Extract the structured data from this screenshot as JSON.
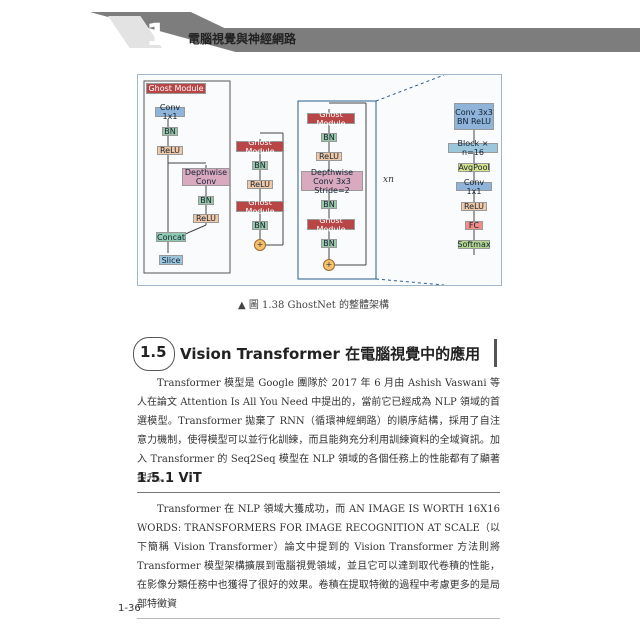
{
  "header": {
    "chapter_number": "1",
    "chapter_title": "電腦視覺與神經網路"
  },
  "figure": {
    "caption": "▲ 圖 1.38  GhostNet 的整體架構",
    "ghost_module": {
      "title": "Ghost Module",
      "blocks": [
        "Conv 1x1",
        "BN",
        "ReLU",
        "Depthwise Conv",
        "BN",
        "ReLU",
        "Concat",
        "Slice"
      ]
    },
    "bottleneck_a": [
      "Ghost Module",
      "BN",
      "ReLU",
      "Ghost Module",
      "BN"
    ],
    "bottleneck_b": [
      "Ghost Module",
      "BN",
      "ReLU",
      "Depthwise Conv 3x3 Stride=2",
      "BN",
      "Ghost Module",
      "BN"
    ],
    "repeat_label": "xn",
    "network": [
      "Conv 3x3 BN ReLU",
      "Block × n=16",
      "AvgPool",
      "Conv 1x1",
      "ReLU",
      "FC",
      "Softmax"
    ],
    "add_symbol": "+"
  },
  "section": {
    "number": "1.5",
    "title": "Vision Transformer 在電腦視覺中的應用"
  },
  "paragraph_1": "Transformer 模型是 Google 團隊於 2017 年 6 月由 Ashish Vaswani 等人在論文 Attention Is All You Need 中提出的，當前它已經成為 NLP 領域的首選模型。Transformer 拋棄了 RNN（循環神經網路）的順序結構，採用了自注意力機制，使得模型可以並行化訓練，而且能夠充分利用訓練資料的全域資訊。加入 Transformer 的 Seq2Seq 模型在 NLP 領域的各個任務上的性能都有了顯著提升。",
  "subsection": "1.5.1  ViT",
  "paragraph_2": "Transformer 在 NLP 領域大獲成功，而 AN IMAGE IS WORTH 16X16 WORDS: TRANSFORMERS FOR IMAGE RECOGNITION AT SCALE（以下簡稱 Vision Transformer）論文中提到的 Vision Transformer 方法則將 Transformer 模型架構擴展到電腦視覺領域，並且它可以達到取代卷積的性能，在影像分類任務中也獲得了很好的效果。卷積在提取特徵的過程中考慮更多的是局部特徵資",
  "page_number": "1-36"
}
